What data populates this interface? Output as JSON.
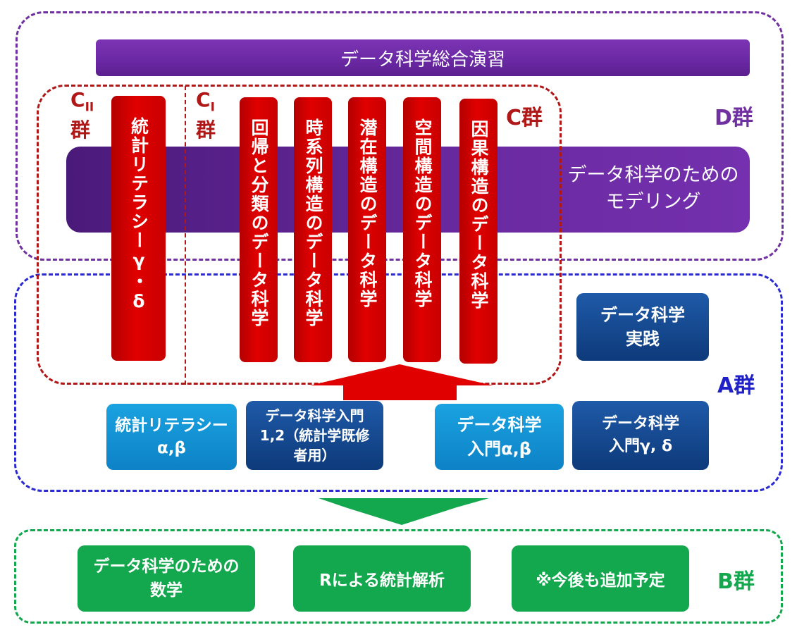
{
  "groups": {
    "d_label": "D群",
    "c_label": "C群",
    "a_label": "A群",
    "b_label": "B群",
    "c1_main": "C",
    "c1_sub": "II",
    "c1_suffix": "群",
    "c2_main": "C",
    "c2_sub": "I",
    "c2_suffix": "群"
  },
  "d_group": {
    "banner": "データ科学総合演習",
    "modeling_line1": "データ科学のための",
    "modeling_line2": "モデリング"
  },
  "c_courses": [
    "統計リテラシーγ・δ",
    "回帰と分類のデータ科学",
    "時系列構造のデータ科学",
    "潜在構造のデータ科学",
    "空間構造のデータ科学",
    "因果構造のデータ科学"
  ],
  "a_courses": {
    "practice": "データ科学実践",
    "stat_literacy": "統計リテラシーα,β",
    "intro_12": "データ科学入門1,2（統計学既修者用）",
    "intro_ab": "データ科学入門α,β",
    "intro_gd": "データ科学入門γ, δ"
  },
  "b_courses": [
    "データ科学のための数学",
    "Rによる統計解析",
    "※今後も追加予定"
  ],
  "colors": {
    "d_frame": "#7030a0",
    "a_frame": "#2a2ad2",
    "b_frame": "#14a84e",
    "c_frame": "#b01818",
    "red_course": "#d40000",
    "up_arrow": "#e00000",
    "down_arrow": "#14a84e"
  }
}
